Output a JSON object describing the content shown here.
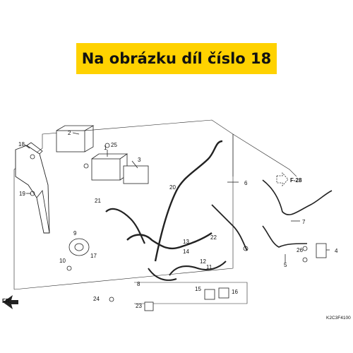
{
  "banner": {
    "text": "Na obrázku díl číslo 18"
  },
  "colors": {
    "banner_bg": "#ffd200",
    "line": "#222222"
  },
  "diagram": {
    "fr_label": "FR.",
    "ref_label": "F-28",
    "code": "K2C3F4100",
    "part_numbers": [
      "1",
      "2",
      "3",
      "4",
      "5",
      "6",
      "7",
      "8",
      "9",
      "10",
      "11",
      "12",
      "13",
      "14",
      "15",
      "16",
      "17",
      "18",
      "19",
      "20",
      "21",
      "22",
      "23",
      "24",
      "25",
      "26"
    ]
  }
}
